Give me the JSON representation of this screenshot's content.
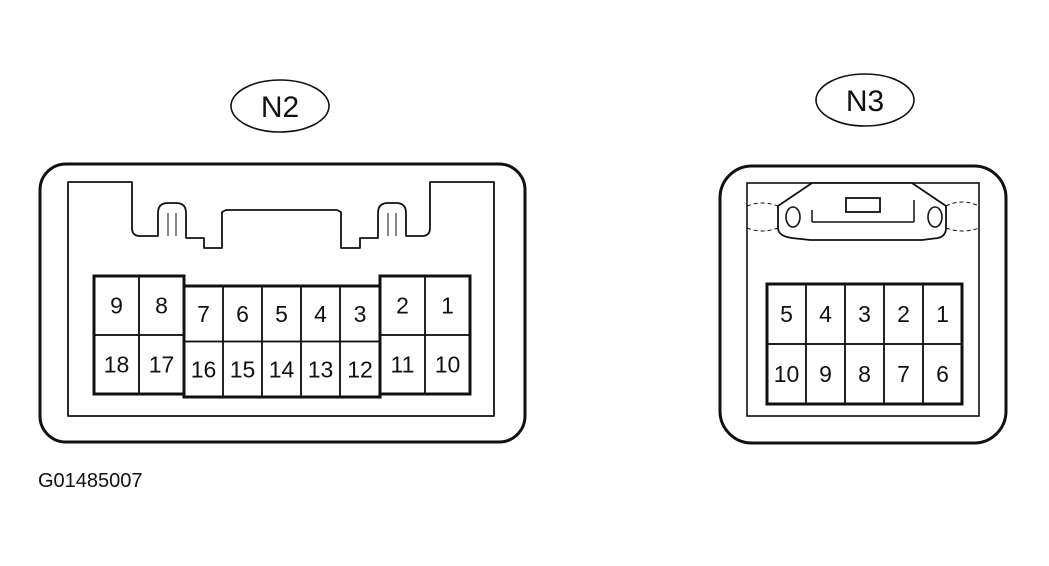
{
  "connectors": {
    "n2": {
      "label": "N2",
      "pins_top": [
        "9",
        "8",
        "7",
        "6",
        "5",
        "4",
        "3",
        "2",
        "1"
      ],
      "pins_bottom": [
        "18",
        "17",
        "16",
        "15",
        "14",
        "13",
        "12",
        "11",
        "10"
      ]
    },
    "n3": {
      "label": "N3",
      "pins_top": [
        "5",
        "4",
        "3",
        "2",
        "1"
      ],
      "pins_bottom": [
        "10",
        "9",
        "8",
        "7",
        "6"
      ]
    }
  },
  "figure_id": "G01485007",
  "colors": {
    "line": "#111111",
    "background": "#ffffff"
  }
}
